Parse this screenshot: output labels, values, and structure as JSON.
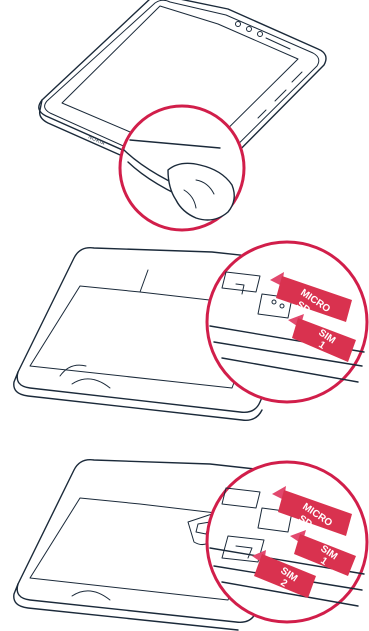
{
  "step1": {
    "brand_text": "NOKIA"
  },
  "step2": {
    "microsd_line1": "MICRO",
    "microsd_line2": "SD",
    "sim1_line1": "SIM",
    "sim1_line2": "1"
  },
  "step3": {
    "microsd_line1": "MICRO",
    "microsd_line2": "SD",
    "sim1_line1": "SIM",
    "sim1_line2": "1",
    "sim2_line1": "SIM",
    "sim2_line2": "2"
  },
  "colors": {
    "accent": "#d11e4a",
    "outline": "#1b2a3a",
    "tag": "#d9324f"
  },
  "icons": [
    "phone-illustration",
    "magnifier-circle",
    "hand-icon",
    "arrow-icon",
    "sim-tray"
  ]
}
